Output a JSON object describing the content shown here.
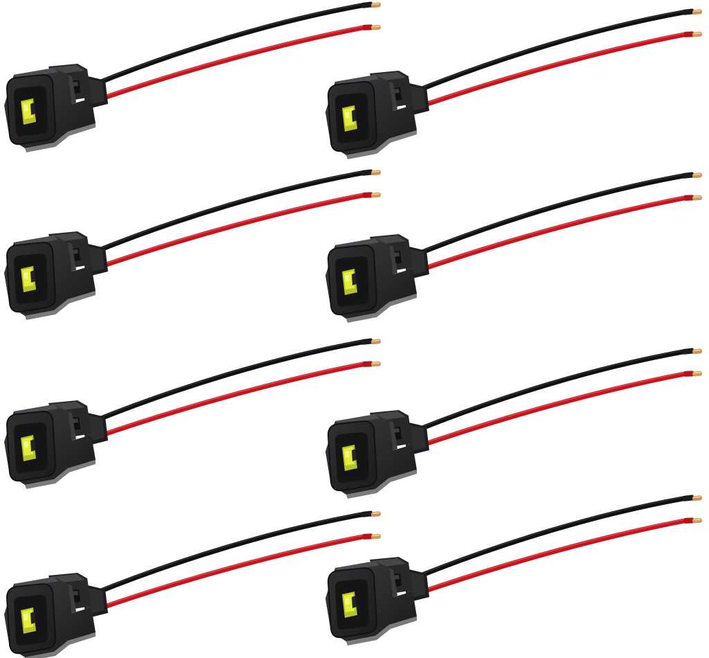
{
  "image": {
    "background_color": "#ffffff",
    "subject": "wire-harness-connector",
    "connector_count": 8,
    "colors": {
      "connector_body": "#2b2b2d",
      "connector_shadow": "#1a1a1c",
      "connector_highlight": "#4a4a4d",
      "terminal_yellow": "#e4ee3a",
      "wire_black": "#141414",
      "wire_red": "#c4161c",
      "tip_copper": "#c9935a"
    },
    "connectors": [
      {
        "id": "connector-1",
        "wires": [
          "black",
          "red"
        ]
      },
      {
        "id": "connector-2",
        "wires": [
          "black",
          "red"
        ]
      },
      {
        "id": "connector-3",
        "wires": [
          "black",
          "red"
        ]
      },
      {
        "id": "connector-4",
        "wires": [
          "black",
          "red"
        ]
      },
      {
        "id": "connector-5",
        "wires": [
          "black",
          "red"
        ]
      },
      {
        "id": "connector-6",
        "wires": [
          "black",
          "red"
        ]
      },
      {
        "id": "connector-7",
        "wires": [
          "black",
          "red"
        ]
      },
      {
        "id": "connector-8",
        "wires": [
          "black",
          "red"
        ]
      }
    ]
  }
}
